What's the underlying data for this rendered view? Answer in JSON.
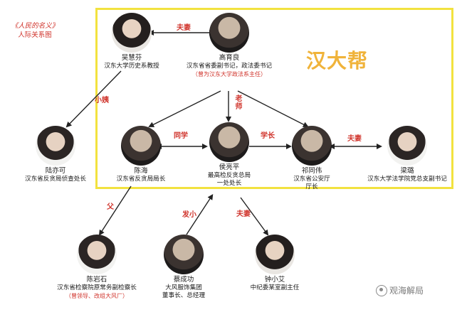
{
  "title": {
    "line1": "《人民的名义》",
    "line2": "人际关系图"
  },
  "group_label": "汉大帮",
  "people": {
    "wu_huifen": {
      "name": "吴慧芬",
      "title1": "汉东大学历史系教授"
    },
    "gao_yuliang": {
      "name": "高育良",
      "title1": "汉东省省委副书记，政法委书记",
      "note": "（曾为汉东大学政法系主任）"
    },
    "lu_yike": {
      "name": "陆亦可",
      "title1": "汉东省反贪局侦查处长"
    },
    "chen_hai": {
      "name": "陈海",
      "title1": "汉东省反贪局局长"
    },
    "hou_liangping": {
      "name": "侯亮平",
      "title1": "最高检反贪总局",
      "title2": "一处处长"
    },
    "qi_tongwei": {
      "name": "祁同伟",
      "title1": "汉东省公安厅",
      "title2": "厅长"
    },
    "liang_lu": {
      "name": "梁璐",
      "title1": "汉东大学法学院党总支副书记"
    },
    "chen_yanshi": {
      "name": "陈岩石",
      "title1": "汉东省检察院原常务副检察长",
      "note": "（曾领导、改组大风厂）"
    },
    "cai_chenggong": {
      "name": "蔡成功",
      "title1": "大风服饰集团",
      "title2": "董事长、总经理"
    },
    "zhong_xiaoai": {
      "name": "钟小艾",
      "title1": "中纪委某室副主任"
    }
  },
  "relations": {
    "wu_gao": "夫妻",
    "wu_lu": "小姨",
    "gao_hou": "老师",
    "chen_hou": "同学",
    "hou_qi": "学长",
    "qi_liang": "夫妻",
    "chenhai_chenyanshi": "父",
    "hou_cai": "发小",
    "hou_zhong": "夫妻"
  },
  "watermark": "观海解局",
  "colors": {
    "accent_red": "#d0342c",
    "group_border": "#f2e23f",
    "group_text": "#f0b33a"
  }
}
